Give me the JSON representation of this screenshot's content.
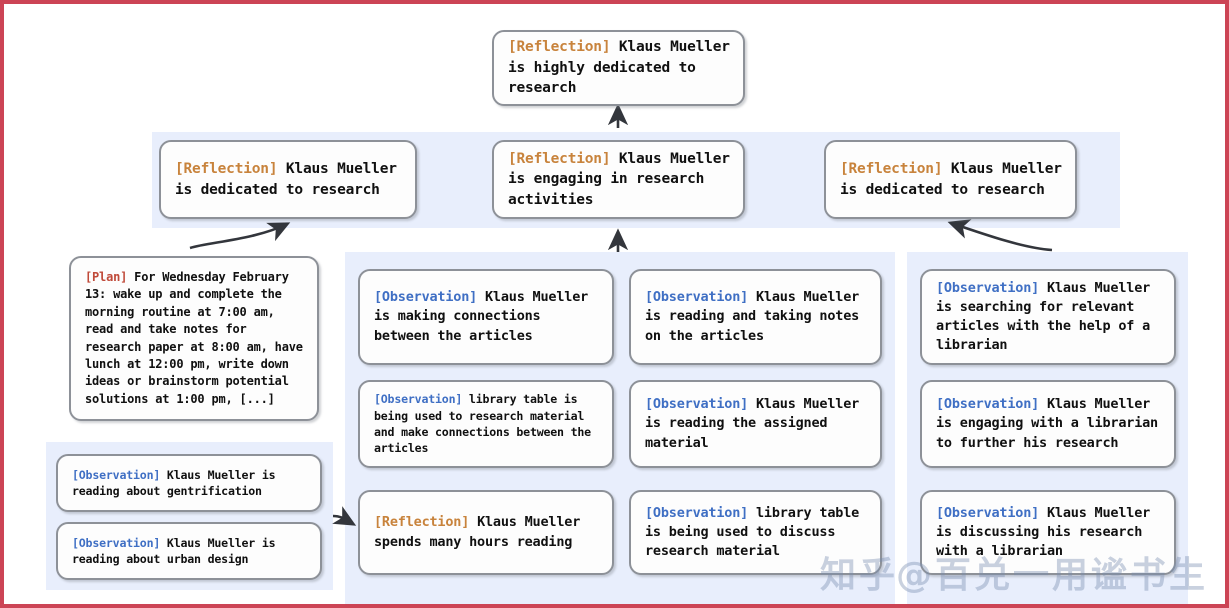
{
  "figure": {
    "title": "Reflection tree for Klaus Mueller",
    "border_color": "#cc4455",
    "panel_color": "#e8eefc",
    "node_border_color": "#8d9198",
    "tag_colors": {
      "reflection": "#c8833c",
      "observation": "#3f6fc4",
      "plan": "#c04a3a"
    }
  },
  "root": {
    "tag": "[Reflection]",
    "text": " Klaus Mueller is highly dedicated to research"
  },
  "reflections": [
    {
      "tag": "[Reflection]",
      "text": " Klaus Mueller is dedicated to research"
    },
    {
      "tag": "[Reflection]",
      "text": " Klaus Mueller is engaging in research activities"
    },
    {
      "tag": "[Reflection]",
      "text": " Klaus Mueller is dedicated to research"
    }
  ],
  "plan": {
    "tag": "[Plan]",
    "text": " For Wednesday February 13: wake up and complete the morning routine at 7:00 am, read and take notes for research paper at 8:00 am, have lunch at 12:00 pm, write down ideas or brainstorm potential solutions at 1:00 pm, [...]"
  },
  "bottom_left_group": [
    {
      "tag": "[Observation]",
      "text": " Klaus Mueller is reading about gentrification"
    },
    {
      "tag": "[Observation]",
      "text": " Klaus Mueller is reading about urban design"
    }
  ],
  "column_1": [
    {
      "tag": "[Observation]",
      "text": " Klaus Mueller is making connections between the articles"
    },
    {
      "tag": "[Observation]",
      "text": " library table is being used to research material and make connections between the articles"
    },
    {
      "tag": "[Reflection]",
      "text": " Klaus Mueller spends many hours reading"
    }
  ],
  "column_2": [
    {
      "tag": "[Observation]",
      "text": " Klaus Mueller is reading and taking notes on the articles"
    },
    {
      "tag": "[Observation]",
      "text": " Klaus Mueller is reading the assigned material"
    },
    {
      "tag": "[Observation]",
      "text": " library table is being used to discuss research material"
    }
  ],
  "column_3": [
    {
      "tag": "[Observation]",
      "text": " Klaus Mueller is searching for relevant articles with the help of a librarian"
    },
    {
      "tag": "[Observation]",
      "text": " Klaus Mueller is engaging with a librarian to further his research"
    },
    {
      "tag": "[Observation]",
      "text": " Klaus Mueller is discussing his research with a librarian"
    }
  ],
  "watermark": {
    "site": "知乎",
    "handle": "@百兑一用谧书生"
  }
}
